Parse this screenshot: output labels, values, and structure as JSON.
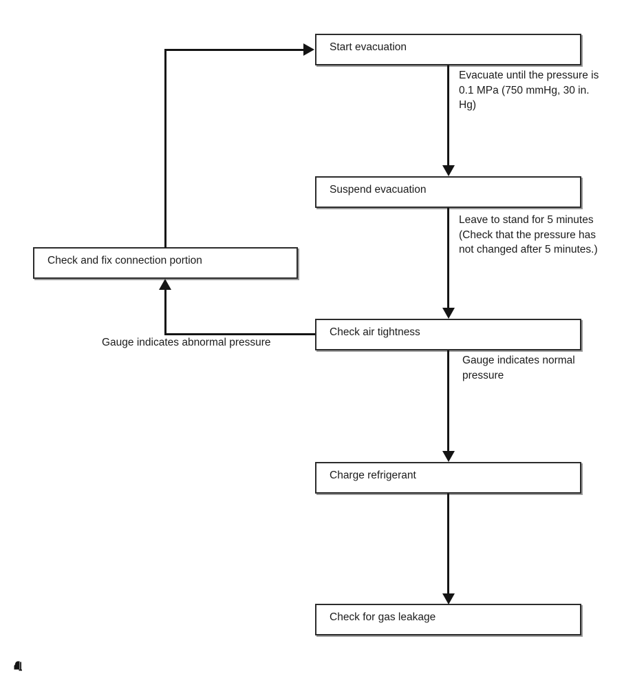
{
  "page": {
    "background_color": "#ffffff",
    "ink_color": "#1b1b1b"
  },
  "flowchart": {
    "nodes": [
      {
        "id": "start-evacuation",
        "label": "Start evacuation"
      },
      {
        "id": "suspend-evacuation",
        "label": "Suspend evacuation"
      },
      {
        "id": "check-air-tightness",
        "label": "Check air tightness"
      },
      {
        "id": "charge-refrigerant",
        "label": "Charge refrigerant"
      },
      {
        "id": "check-gas-leakage",
        "label": "Check for gas leakage"
      },
      {
        "id": "check-fix-connection",
        "label": "Check and fix connection portion"
      }
    ],
    "annotations": [
      {
        "id": "evacuate-note",
        "text": "Evacuate until the pressure is\n0.1 MPa (750 mmHg, 30 in.\nHg)"
      },
      {
        "id": "stand-note",
        "text": "Leave to stand for 5 minutes\n(Check that the pressure has\nnot changed after 5 minutes.)"
      },
      {
        "id": "normal-note",
        "text": "Gauge indicates normal\npressure"
      },
      {
        "id": "abnormal-note",
        "text": "Gauge indicates abnormal pressure"
      }
    ],
    "edges": [
      {
        "from": "start-evacuation",
        "to": "suspend-evacuation",
        "label": "Evacuate until the pressure is 0.1 MPa (750 mmHg, 30 in. Hg)"
      },
      {
        "from": "suspend-evacuation",
        "to": "check-air-tightness",
        "label": "Leave to stand for 5 minutes (Check that the pressure has not changed after 5 minutes.)"
      },
      {
        "from": "check-air-tightness",
        "to": "charge-refrigerant",
        "label": "Gauge indicates normal pressure"
      },
      {
        "from": "charge-refrigerant",
        "to": "check-gas-leakage",
        "label": ""
      },
      {
        "from": "check-air-tightness",
        "to": "check-fix-connection",
        "label": "Gauge indicates abnormal pressure"
      },
      {
        "from": "check-fix-connection",
        "to": "start-evacuation",
        "label": ""
      }
    ],
    "icons": [
      {
        "id": "page-mark",
        "name": "page-mark-icon"
      }
    ]
  }
}
